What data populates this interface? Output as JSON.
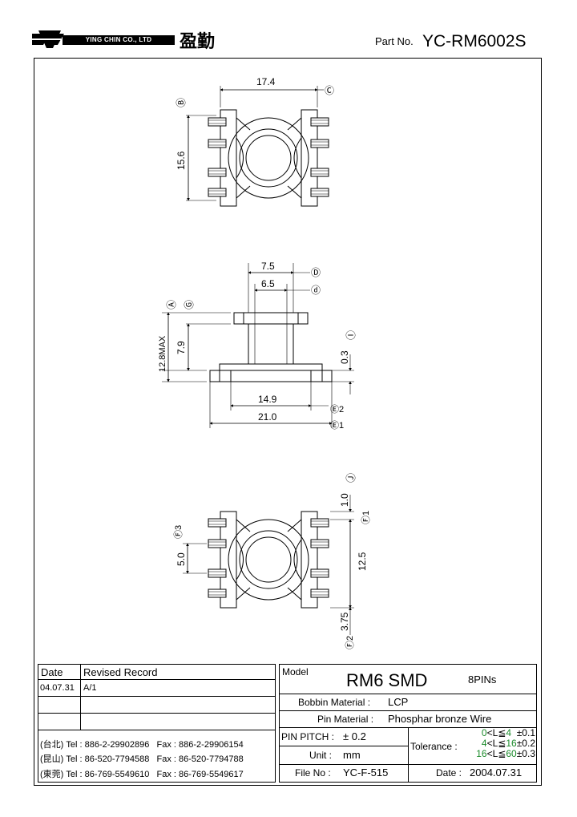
{
  "header": {
    "company_en": "YING CHIN CO., LTD",
    "company_zh": "盈勤",
    "part_no_label": "Part No.",
    "part_no": "YC-RM6002S"
  },
  "drawing": {
    "top": {
      "width": "17.4",
      "height": "15.6",
      "ref_b": "Ⓑ",
      "ref_c": "Ⓒ"
    },
    "side": {
      "d_upper": "7.5",
      "d_lower": "6.5",
      "ref_D": "Ⓓ",
      "ref_d": "ⓓ",
      "ref_A": "Ⓐ",
      "ref_G": "Ⓖ",
      "max_h": "12.8MAX",
      "h": "7.9",
      "pin_t": "0.3",
      "ref_I": "Ⓘ",
      "w1": "14.9",
      "w2": "21.0",
      "ref_E2": "Ⓔ2",
      "ref_E1": "Ⓔ1"
    },
    "bottom": {
      "pitch": "5.0",
      "ref_F3": "Ⓕ3",
      "top_off": "1.0",
      "ref_J": "Ⓙ",
      "ref_F1": "Ⓕ1",
      "span": "12.5",
      "bot_off": "3.75",
      "ref_F2": "Ⓕ2"
    }
  },
  "revision": {
    "col_date": "Date",
    "col_record": "Revised Record",
    "rows": [
      {
        "date": "04.07.31",
        "record": "A/1"
      }
    ]
  },
  "contacts": [
    {
      "city": "(台北)",
      "tel": "Tel : 886-2-29902896",
      "fax": "Fax : 886-2-29906154"
    },
    {
      "city": "(昆山)",
      "tel": "Tel : 86-520-7794588",
      "fax": "Fax : 86-520-7794788"
    },
    {
      "city": "(東莞)",
      "tel": "Tel : 86-769-5549610",
      "fax": "Fax : 86-769-5549617"
    }
  ],
  "spec": {
    "model_label": "Model",
    "model": "RM6 SMD",
    "pins": "8PINs",
    "bobbin_label": "Bobbin  Material :",
    "bobbin": "LCP",
    "pin_mat_label": "Pin  Material :",
    "pin_mat": "Phosphar bronze Wire",
    "pitch_label": "PIN  PITCH :",
    "pitch": "± 0.2",
    "tol_label": "Tolerance :",
    "tol": [
      {
        "lo": "0",
        "op": "<L≦",
        "hi": "4",
        "val": "±0.1"
      },
      {
        "lo": "4",
        "op": "<L≦",
        "hi": "16",
        "val": "±0.2"
      },
      {
        "lo": "16",
        "op": "<L≦",
        "hi": "60",
        "val": "±0.3"
      }
    ],
    "unit_label": "Unit :",
    "unit": "mm",
    "file_label": "File  No :",
    "file": "YC-F-515",
    "date_label": "Date :",
    "date": "2004.07.31"
  }
}
